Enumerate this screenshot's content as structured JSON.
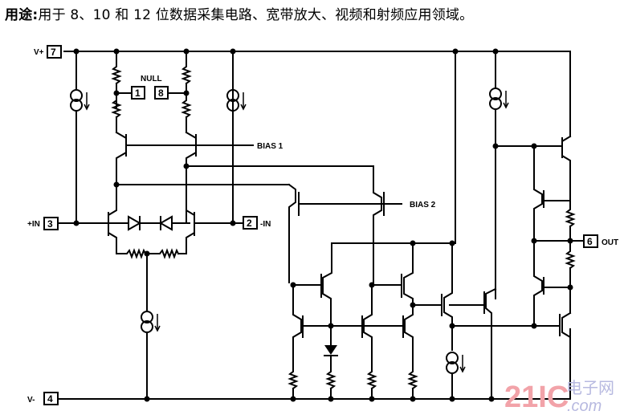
{
  "caption": {
    "label": "用途:",
    "text": "用于 8、10 和 12 位数据采集电路、宽带放大、视频和射频应用领域。"
  },
  "schematic": {
    "pins": [
      {
        "number": "7",
        "name": "V+"
      },
      {
        "number": "1",
        "name": "NULL"
      },
      {
        "number": "8",
        "name": "NULL"
      },
      {
        "number": "3",
        "name": "+IN"
      },
      {
        "number": "2",
        "name": "-IN"
      },
      {
        "number": "6",
        "name": "OUT"
      },
      {
        "number": "4",
        "name": "V-"
      }
    ],
    "labels": {
      "v_plus": "V+",
      "null": "NULL",
      "plus_in": "+IN",
      "minus_in": "-IN",
      "out": "OUT",
      "v_minus": "V-",
      "bias1": "BIAS 1",
      "bias2": "BIAS 2"
    },
    "components": {
      "current_sources": 5,
      "diodes": 3
    }
  },
  "watermark": {
    "brand": "21IC",
    "chinese": "电子网",
    "domain": ".com"
  }
}
